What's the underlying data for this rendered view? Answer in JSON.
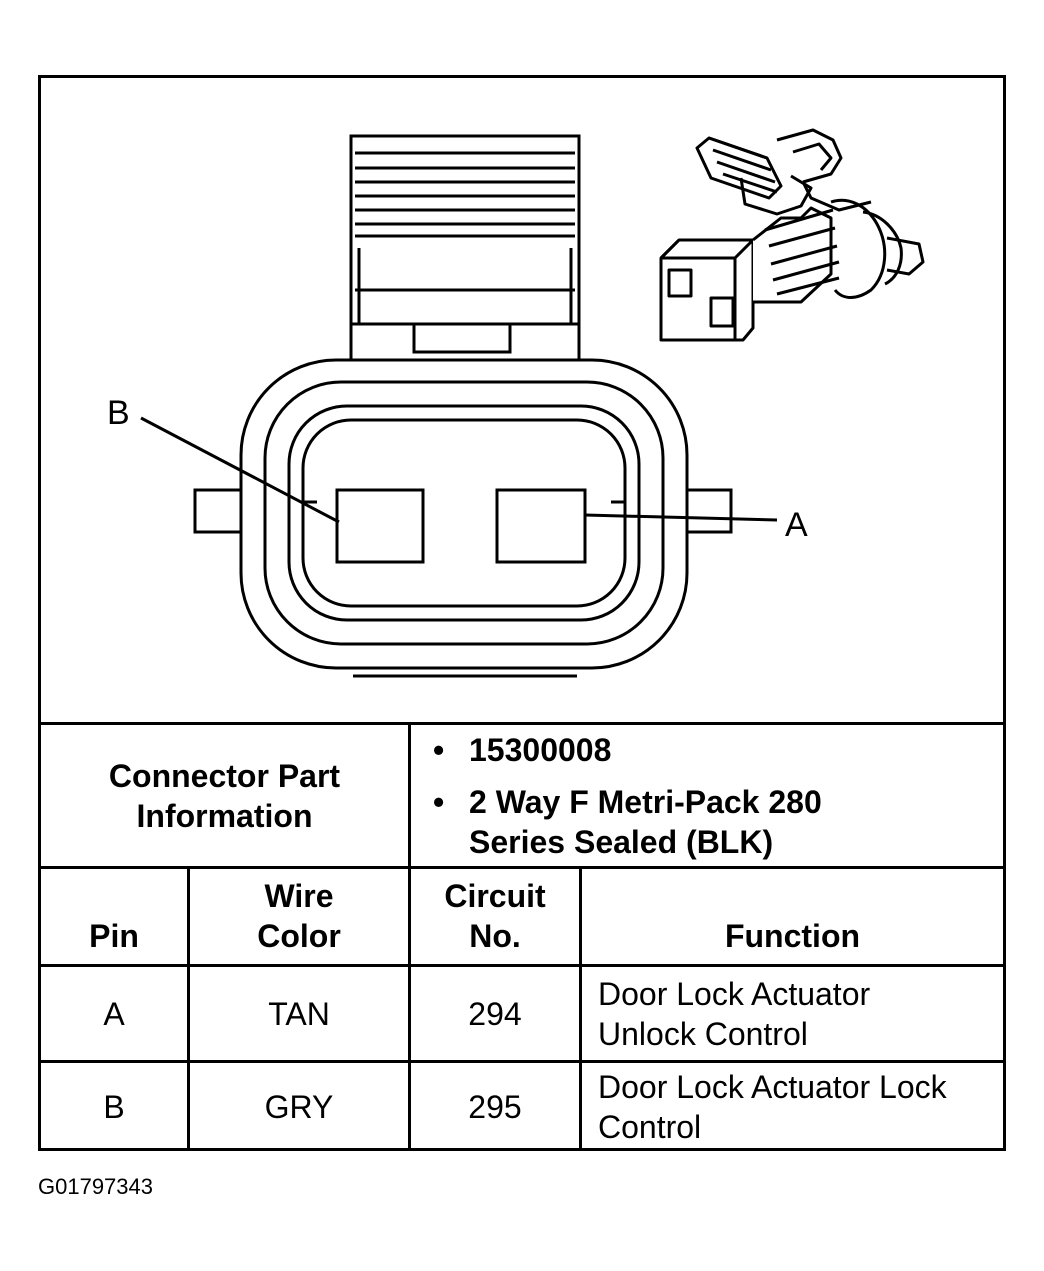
{
  "figure": {
    "callouts": {
      "b": "B",
      "a": "A"
    },
    "id": "G01797343"
  },
  "part_info": {
    "label": "Connector Part Information",
    "items": [
      "15300008",
      "2 Way F Metri-Pack 280 Series Sealed (BLK)"
    ]
  },
  "pin_table": {
    "headers": {
      "pin": "Pin",
      "wire_color": "Wire Color",
      "circuit": "Circuit No.",
      "function": "Function"
    },
    "rows": [
      {
        "pin": "A",
        "wire_color": "TAN",
        "circuit": "294",
        "function": "Door Lock Actuator Unlock Control"
      },
      {
        "pin": "B",
        "wire_color": "GRY",
        "circuit": "295",
        "function": "Door Lock Actuator Lock Control"
      }
    ]
  }
}
